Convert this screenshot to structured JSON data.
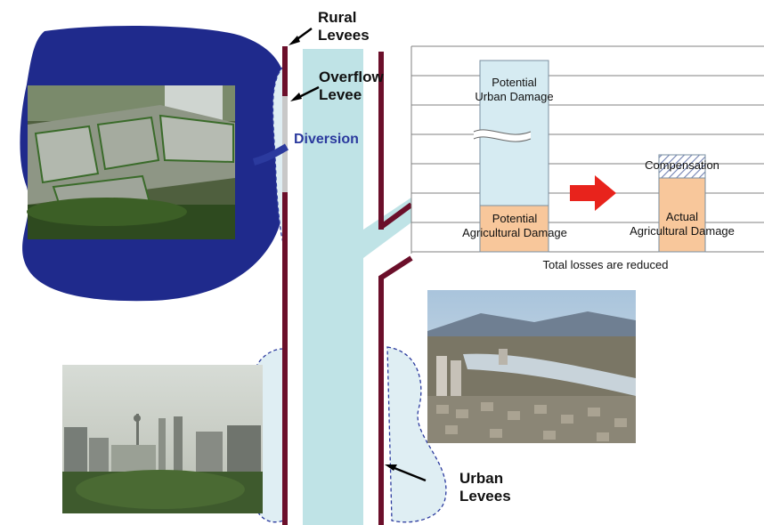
{
  "labels": {
    "rural_levees": [
      "Rural",
      "Levees"
    ],
    "overflow_levee": [
      "Overflow",
      "Levee"
    ],
    "diversion": "Diversion",
    "urban_levees": [
      "Urban",
      "Levees"
    ]
  },
  "chart": {
    "potential_urban": [
      "Potential",
      "Urban Damage"
    ],
    "potential_agri": [
      "Potential",
      "Agricultural Damage"
    ],
    "compensation": "Compensation",
    "actual_agri": [
      "Actual",
      "Agricultural Damage"
    ],
    "caption": "Total losses are reduced"
  },
  "colors": {
    "flood_area": "#1f2a8c",
    "river": "#bfe3e6",
    "levee": "#6b0f2a",
    "urban_bar": "#d6ebf2",
    "agri_bar": "#f8c79b",
    "arrow": "#e8231c",
    "diversion_text": "#2b3a9e"
  },
  "photos": {
    "paddy_fields": "paddy-fields-photo",
    "city_left": "city-skyline-photo",
    "city_right": "city-river-photo"
  }
}
